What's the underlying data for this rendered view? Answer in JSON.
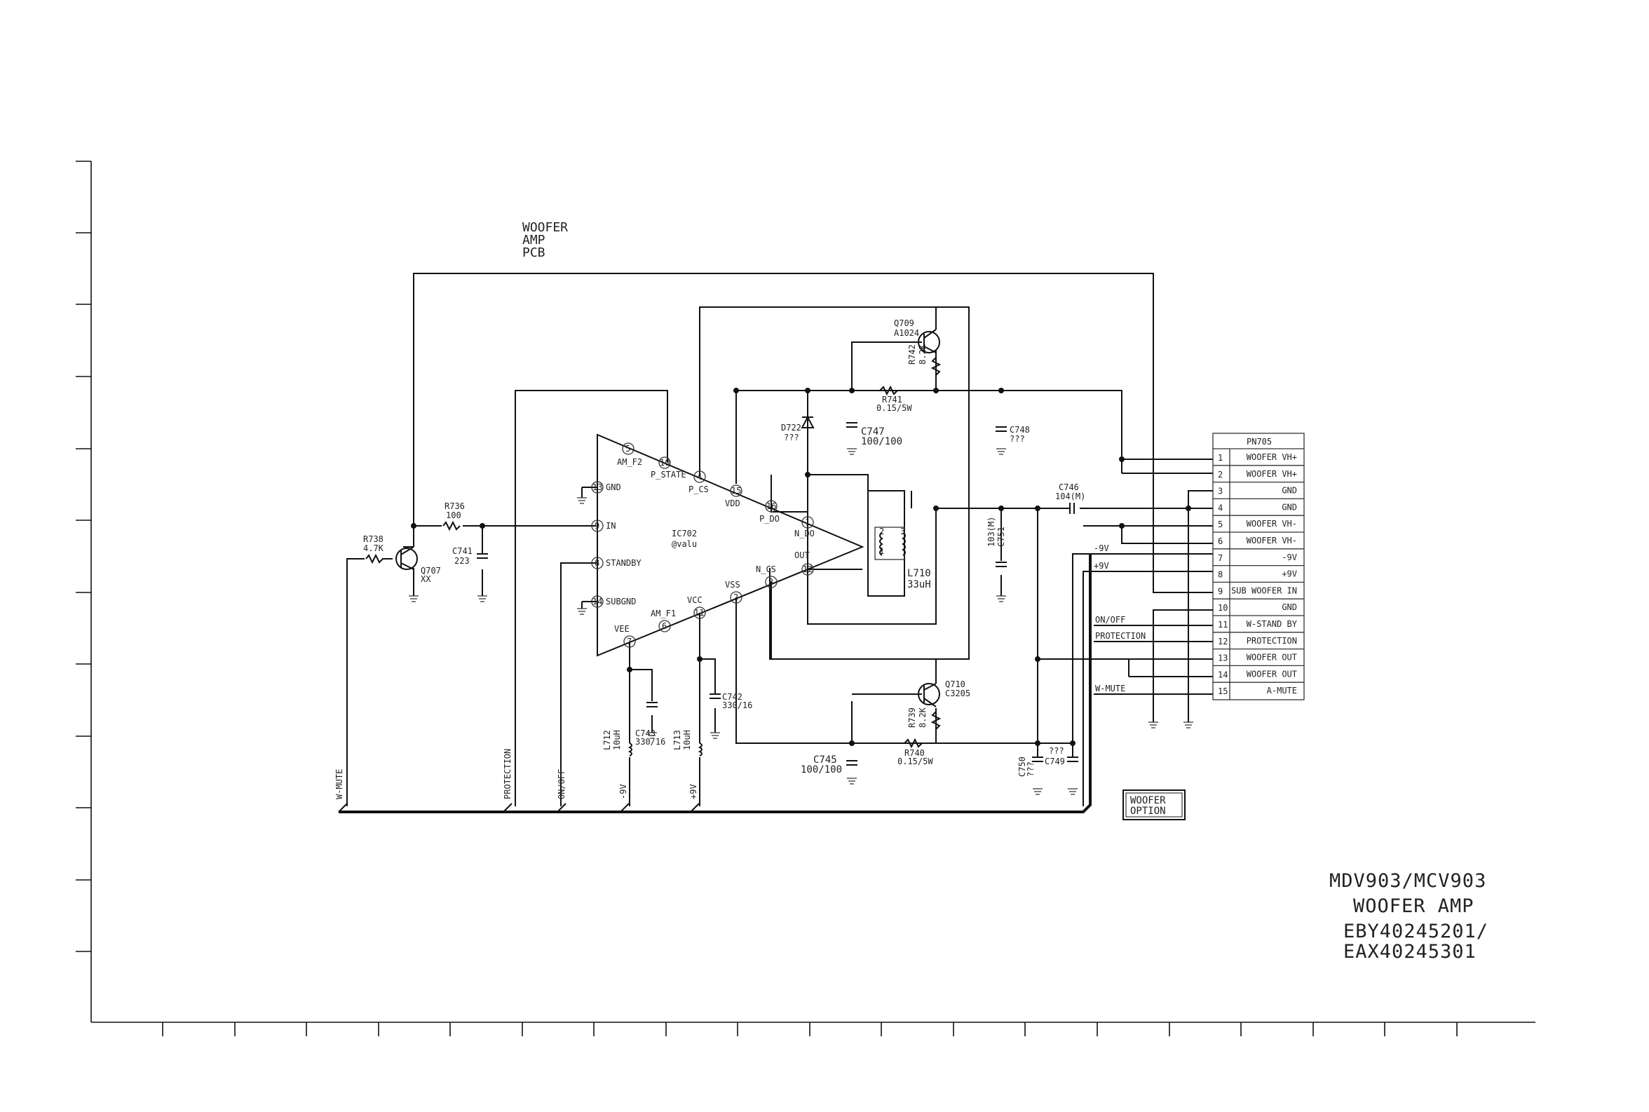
{
  "board": {
    "label_lines": [
      "WOOFER",
      "AMP",
      "PCB"
    ],
    "option_label_lines": [
      "WOOFER",
      "OPTION"
    ]
  },
  "title_block": {
    "lines": [
      "MDV903/MCV903",
      "WOOFER AMP",
      "EBY40245201/",
      "EAX40245301"
    ]
  },
  "ic": {
    "ref": "IC702",
    "value": "@valu",
    "pins": [
      {
        "num": "5",
        "name": "AM_F2"
      },
      {
        "num": "10",
        "name": "P_STATE"
      },
      {
        "num": "4",
        "name": "P_CS"
      },
      {
        "num": "15",
        "name": "VDD"
      },
      {
        "num": "16",
        "name": "P_DO"
      },
      {
        "num": "1",
        "name": "N_DO"
      },
      {
        "num": "13",
        "name": "GND"
      },
      {
        "num": "9",
        "name": "IN"
      },
      {
        "num": "8",
        "name": "STANDBY"
      },
      {
        "num": "14",
        "name": "SUBGND"
      },
      {
        "num": "7",
        "name": "VEE"
      },
      {
        "num": "6",
        "name": "AM_F1"
      },
      {
        "num": "11",
        "name": "VCC"
      },
      {
        "num": "2",
        "name": "VSS"
      },
      {
        "num": "3",
        "name": "N_CS"
      },
      {
        "num": "12",
        "name": "OUT"
      }
    ]
  },
  "components": {
    "q709": {
      "ref": "Q709",
      "value": "A1024"
    },
    "q710": {
      "ref": "Q710",
      "value": "C3205"
    },
    "q707": {
      "ref": "Q707",
      "value": "XX"
    },
    "r742": {
      "ref": "R742",
      "value": "8.2K"
    },
    "r739": {
      "ref": "R739",
      "value": "8.2K"
    },
    "r741": {
      "ref": "R741",
      "value": "0.15/5W"
    },
    "r740": {
      "ref": "R740",
      "value": "0.15/5W"
    },
    "r736": {
      "ref": "R736",
      "value": "100"
    },
    "r738": {
      "ref": "R738",
      "value": "4.7K"
    },
    "d722": {
      "ref": "D722",
      "value": "???"
    },
    "c747": {
      "ref": "C747",
      "value": "100/100"
    },
    "c745": {
      "ref": "C745",
      "value": "100/100"
    },
    "c748": {
      "ref": "C748",
      "value": "???"
    },
    "c741": {
      "ref": "C741",
      "value": "223"
    },
    "c746": {
      "ref": "C746",
      "value": "104(M)"
    },
    "c751": {
      "ref": "C751",
      "value": "103(M)"
    },
    "c742": {
      "ref": "C742",
      "value": "330/16"
    },
    "c743": {
      "ref": "C743",
      "value": "330/16"
    },
    "c750": {
      "ref": "C750",
      "value": "???"
    },
    "c749": {
      "ref": "C749",
      "value": "???"
    },
    "l710": {
      "ref": "L710",
      "value": "33uH"
    },
    "l712": {
      "ref": "L712",
      "value": "10uH"
    },
    "l713": {
      "ref": "L713",
      "value": "10uH"
    }
  },
  "coil_pins": {
    "a": "2",
    "b": "1",
    "c": "3"
  },
  "connector": {
    "ref": "PN705",
    "pins": [
      {
        "num": "1",
        "name": "WOOFER VH+"
      },
      {
        "num": "2",
        "name": "WOOFER VH+"
      },
      {
        "num": "3",
        "name": "GND"
      },
      {
        "num": "4",
        "name": "GND"
      },
      {
        "num": "5",
        "name": "WOOFER VH-"
      },
      {
        "num": "6",
        "name": "WOOFER VH-"
      },
      {
        "num": "7",
        "name": "-9V"
      },
      {
        "num": "8",
        "name": "+9V"
      },
      {
        "num": "9",
        "name": "SUB WOOFER IN"
      },
      {
        "num": "10",
        "name": "GND"
      },
      {
        "num": "11",
        "name": "W-STAND BY"
      },
      {
        "num": "12",
        "name": "PROTECTION"
      },
      {
        "num": "13",
        "name": "WOOFER OUT"
      },
      {
        "num": "14",
        "name": "WOOFER OUT"
      },
      {
        "num": "15",
        "name": "A-MUTE"
      }
    ]
  },
  "nets": {
    "minus9v": "-9V",
    "plus9v": "+9V",
    "on_off": "ON/OFF",
    "protection": "PROTECTION",
    "w_mute": "W-MUTE"
  }
}
